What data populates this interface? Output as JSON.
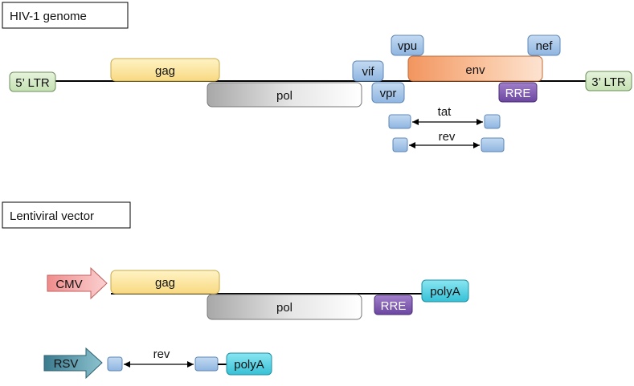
{
  "hiv_section": {
    "title": "HIV-1 genome",
    "ltr5": "5’ LTR",
    "ltr3": "3’ LTR",
    "gag": "gag",
    "pol": "pol",
    "vif": "vif",
    "vpr": "vpr",
    "vpu": "vpu",
    "env": "env",
    "nef": "nef",
    "rre": "RRE",
    "tat": "tat",
    "rev": "rev"
  },
  "vector_section": {
    "title": "Lentiviral vector",
    "cmv": "CMV",
    "gag": "gag",
    "pol": "pol",
    "rre": "RRE",
    "polya1": "polyA",
    "rsv": "RSV",
    "rev": "rev",
    "polya2": "polyA"
  },
  "colors": {
    "gag": "#fde9a6",
    "pol": "#c8c8c8",
    "accessory": "#a9c6e8",
    "env": "#f6b58a",
    "rre": "#8a64b4",
    "ltr": "#d5e9c8",
    "polya": "#5fd3e4",
    "cmv": "#f5a5a5",
    "rsv": "#4f8fa3"
  }
}
